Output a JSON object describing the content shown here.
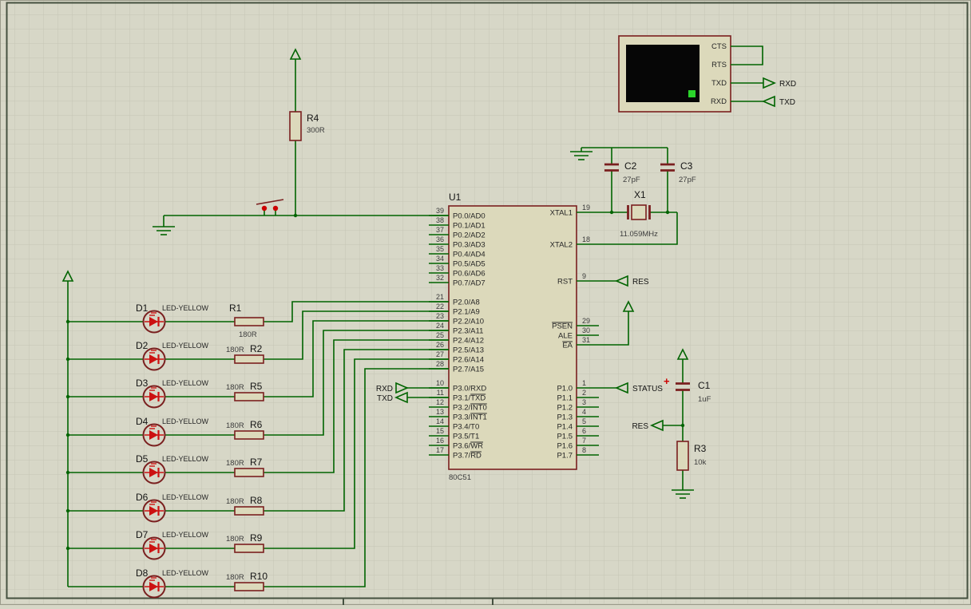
{
  "palette": {
    "bg": "#d7d7c7",
    "grid": "#c6c6b4",
    "wire": "#006400",
    "outline": "#7a1f1f",
    "compfill": "#dcd9bb",
    "text": "#141414",
    "pinnum": "#3a3a3a",
    "led": "#cc1111",
    "screen": "#060606",
    "cursor": "#2bd42b",
    "plus": "#cc0000"
  },
  "chip": {
    "ref": "U1",
    "part": "80C51",
    "port0_pins": [
      {
        "num": "39",
        "name": "P0.0/AD0"
      },
      {
        "num": "38",
        "name": "P0.1/AD1"
      },
      {
        "num": "37",
        "name": "P0.2/AD2"
      },
      {
        "num": "36",
        "name": "P0.3/AD3"
      },
      {
        "num": "35",
        "name": "P0.4/AD4"
      },
      {
        "num": "34",
        "name": "P0.5/AD5"
      },
      {
        "num": "33",
        "name": "P0.6/AD6"
      },
      {
        "num": "32",
        "name": "P0.7/AD7"
      }
    ],
    "port2_pins": [
      {
        "num": "21",
        "name": "P2.0/A8"
      },
      {
        "num": "22",
        "name": "P2.1/A9"
      },
      {
        "num": "23",
        "name": "P2.2/A10"
      },
      {
        "num": "24",
        "name": "P2.3/A11"
      },
      {
        "num": "25",
        "name": "P2.4/A12"
      },
      {
        "num": "26",
        "name": "P2.5/A13"
      },
      {
        "num": "27",
        "name": "P2.6/A14"
      },
      {
        "num": "28",
        "name": "P2.7/A15"
      }
    ],
    "port3_pins": [
      {
        "num": "10",
        "name": "P3.0/RXD"
      },
      {
        "num": "11",
        "name": "P3.1/",
        "bar": "TXD"
      },
      {
        "num": "12",
        "name": "P3.2/",
        "bar": "INT0"
      },
      {
        "num": "13",
        "name": "P3.3/",
        "bar": "INT1"
      },
      {
        "num": "14",
        "name": "P3.4/T0"
      },
      {
        "num": "15",
        "name": "P3.5/T1"
      },
      {
        "num": "16",
        "name": "P3.6/",
        "bar": "WR"
      },
      {
        "num": "17",
        "name": "P3.7/",
        "bar": "RD"
      }
    ],
    "right_pins": [
      {
        "num": "19",
        "name": "XTAL1"
      },
      {
        "num": "18",
        "name": "XTAL2"
      },
      {
        "num": "9",
        "name": "RST"
      },
      {
        "num": "29",
        "name": "",
        "bar": "PSEN"
      },
      {
        "num": "30",
        "name": "ALE"
      },
      {
        "num": "31",
        "name": "",
        "bar": "EA"
      },
      {
        "num": "1",
        "name": "P1.0"
      },
      {
        "num": "2",
        "name": "P1.1"
      },
      {
        "num": "3",
        "name": "P1.2"
      },
      {
        "num": "4",
        "name": "P1.3"
      },
      {
        "num": "5",
        "name": "P1.4"
      },
      {
        "num": "6",
        "name": "P1.5"
      },
      {
        "num": "7",
        "name": "P1.6"
      },
      {
        "num": "8",
        "name": "P1.7"
      }
    ]
  },
  "led_rows": [
    {
      "ref": "D1",
      "model": "LED-YELLOW",
      "res_ref": "R1",
      "res_value": "180R"
    },
    {
      "ref": "D2",
      "model": "LED-YELLOW",
      "res_ref": "R2",
      "res_value": "180R"
    },
    {
      "ref": "D3",
      "model": "LED-YELLOW",
      "res_ref": "R5",
      "res_value": "180R"
    },
    {
      "ref": "D4",
      "model": "LED-YELLOW",
      "res_ref": "R6",
      "res_value": "180R"
    },
    {
      "ref": "D5",
      "model": "LED-YELLOW",
      "res_ref": "R7",
      "res_value": "180R"
    },
    {
      "ref": "D6",
      "model": "LED-YELLOW",
      "res_ref": "R8",
      "res_value": "180R"
    },
    {
      "ref": "D7",
      "model": "LED-YELLOW",
      "res_ref": "R9",
      "res_value": "180R"
    },
    {
      "ref": "D8",
      "model": "LED-YELLOW",
      "res_ref": "R10",
      "res_value": "180R"
    }
  ],
  "r4": {
    "ref": "R4",
    "value": "300R"
  },
  "r3": {
    "ref": "R3",
    "value": "10k"
  },
  "c1": {
    "ref": "C1",
    "value": "1uF",
    "polarity": "+"
  },
  "c2": {
    "ref": "C2",
    "value": "27pF"
  },
  "c3": {
    "ref": "C3",
    "value": "27pF"
  },
  "crystal": {
    "ref": "X1",
    "value": "11.059MHz"
  },
  "terminal": {
    "pins": [
      "CTS",
      "RTS",
      "TXD",
      "RXD"
    ],
    "tx_tag": "RXD",
    "rx_tag": "TXD"
  },
  "tags": {
    "rst": "RES",
    "status": "STATUS",
    "reset_net": "RES",
    "rxd": "RXD",
    "txd": "TXD"
  }
}
